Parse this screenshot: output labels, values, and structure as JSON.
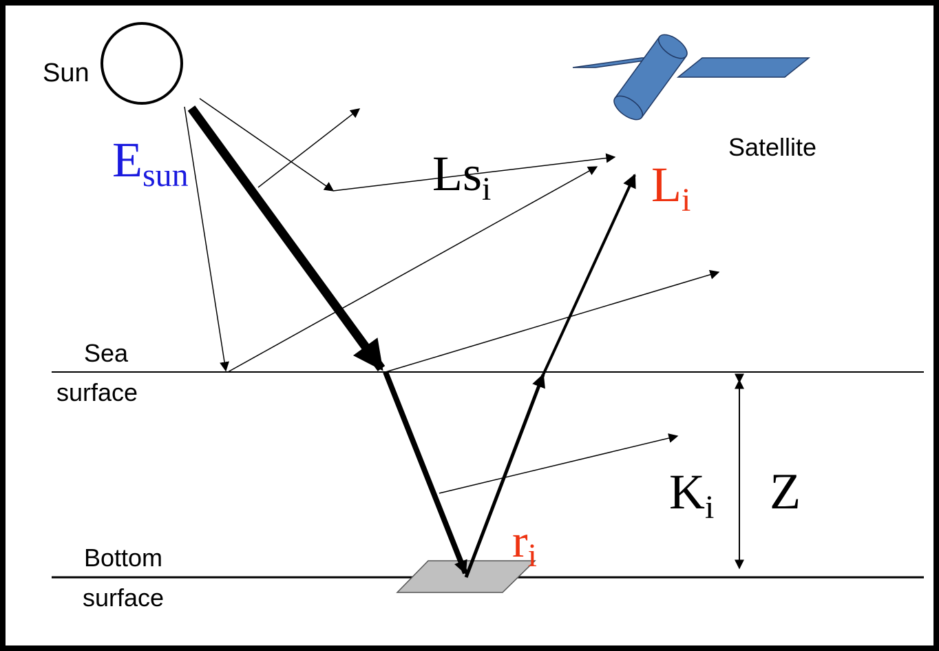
{
  "colors": {
    "frame": "#000000",
    "line": "#000000",
    "blue_label": "#1a1adf",
    "red_label": "#ee3311",
    "satellite_fill": "#4f81bd",
    "satellite_stroke": "#1f3864",
    "bottom_patch": "#c0c0c0"
  },
  "labels": {
    "sun": "Sun",
    "satellite": "Satellite",
    "sea_surface_line1": "Sea",
    "sea_surface_line2": "surface",
    "bottom_surface_line1": "Bottom",
    "bottom_surface_line2": "surface"
  },
  "symbols": {
    "esun_main": "E",
    "esun_sub": "sun",
    "ls_main": "Ls",
    "ls_sub": "i",
    "l_main": "L",
    "l_sub": "i",
    "k_main": "K",
    "k_sub": "i",
    "r_main": "r",
    "r_sub": "i",
    "depth": "Z"
  },
  "icons": {
    "sun": "sun-circle-icon",
    "satellite": "satellite-icon"
  }
}
